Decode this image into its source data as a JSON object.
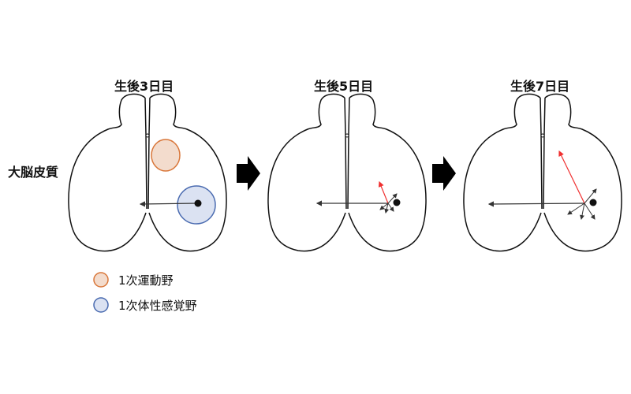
{
  "panels": [
    {
      "title": "生後3日目"
    },
    {
      "title": "生後5日目"
    },
    {
      "title": "生後7日目"
    }
  ],
  "region_label": "大脳皮質",
  "legend": [
    {
      "label": "1次運動野",
      "fill": "#f3dccd",
      "stroke": "#d9773a"
    },
    {
      "label": "1次体性感覚野",
      "fill": "#dbe2f2",
      "stroke": "#4a6bb0"
    }
  ],
  "colors": {
    "axon": "#333333",
    "highlight_axon": "#f03030"
  }
}
